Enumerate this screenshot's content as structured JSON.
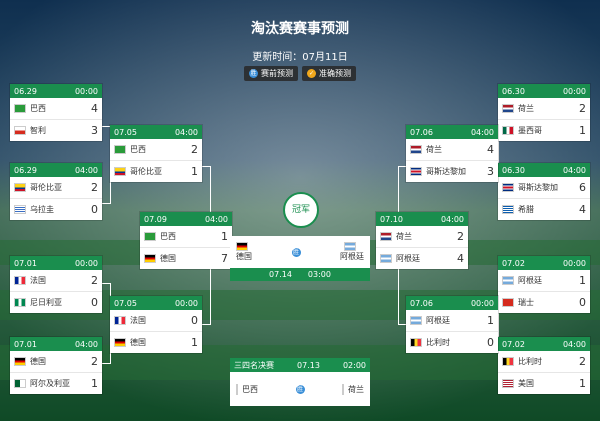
{
  "header": {
    "title": "淘汰赛赛事预测",
    "subtitle": "更新时间：07月11日",
    "legend_pre": "赛前预测",
    "legend_ok": "准确预测"
  },
  "matches": {
    "l1": {
      "date": "06.29",
      "time": "00:00",
      "t1": "巴西",
      "s1": "4",
      "t2": "智利",
      "s2": "3"
    },
    "l2": {
      "date": "06.29",
      "time": "04:00",
      "t1": "哥伦比亚",
      "s1": "2",
      "t2": "乌拉圭",
      "s2": "0"
    },
    "l3": {
      "date": "07.01",
      "time": "00:00",
      "t1": "法国",
      "s1": "2",
      "t2": "尼日利亚",
      "s2": "0"
    },
    "l4": {
      "date": "07.01",
      "time": "04:00",
      "t1": "德国",
      "s1": "2",
      "t2": "阿尔及利亚",
      "s2": "1"
    },
    "l5": {
      "date": "07.05",
      "time": "04:00",
      "t1": "巴西",
      "s1": "2",
      "t2": "哥伦比亚",
      "s2": "1"
    },
    "l6": {
      "date": "07.05",
      "time": "00:00",
      "t1": "法国",
      "s1": "0",
      "t2": "德国",
      "s2": "1"
    },
    "l7": {
      "date": "07.09",
      "time": "04:00",
      "t1": "巴西",
      "s1": "1",
      "t2": "德国",
      "s2": "7"
    },
    "r1": {
      "date": "06.30",
      "time": "00:00",
      "t1": "荷兰",
      "s1": "2",
      "t2": "墨西哥",
      "s2": "1"
    },
    "r2": {
      "date": "06.30",
      "time": "04:00",
      "t1": "哥斯达黎加",
      "s1": "6",
      "t2": "希腊",
      "s2": "4"
    },
    "r3": {
      "date": "07.02",
      "time": "00:00",
      "t1": "阿根廷",
      "s1": "1",
      "t2": "瑞士",
      "s2": "0"
    },
    "r4": {
      "date": "07.02",
      "time": "04:00",
      "t1": "比利时",
      "s1": "2",
      "t2": "美国",
      "s2": "1"
    },
    "r5": {
      "date": "07.06",
      "time": "04:00",
      "t1": "荷兰",
      "s1": "4",
      "t2": "哥斯达黎加",
      "s2": "3"
    },
    "r6": {
      "date": "07.06",
      "time": "00:00",
      "t1": "阿根廷",
      "s1": "1",
      "t2": "比利时",
      "s2": "0"
    },
    "r7": {
      "date": "07.10",
      "time": "04:00",
      "t1": "荷兰",
      "s1": "2",
      "t2": "阿根廷",
      "s2": "4"
    }
  },
  "final": {
    "champion_label": "冠军",
    "t1": "德国",
    "t2": "阿根廷",
    "date": "07.14",
    "time": "03:00",
    "badge": "胜"
  },
  "third": {
    "label": "三四名决赛",
    "date": "07.13",
    "time": "02:00",
    "t1": "巴西",
    "t2": "荷兰",
    "badge": "胜"
  },
  "colors": {
    "accent": "#1a8e4e",
    "ok": "#f1a81c",
    "pre": "#3a8fd8"
  }
}
